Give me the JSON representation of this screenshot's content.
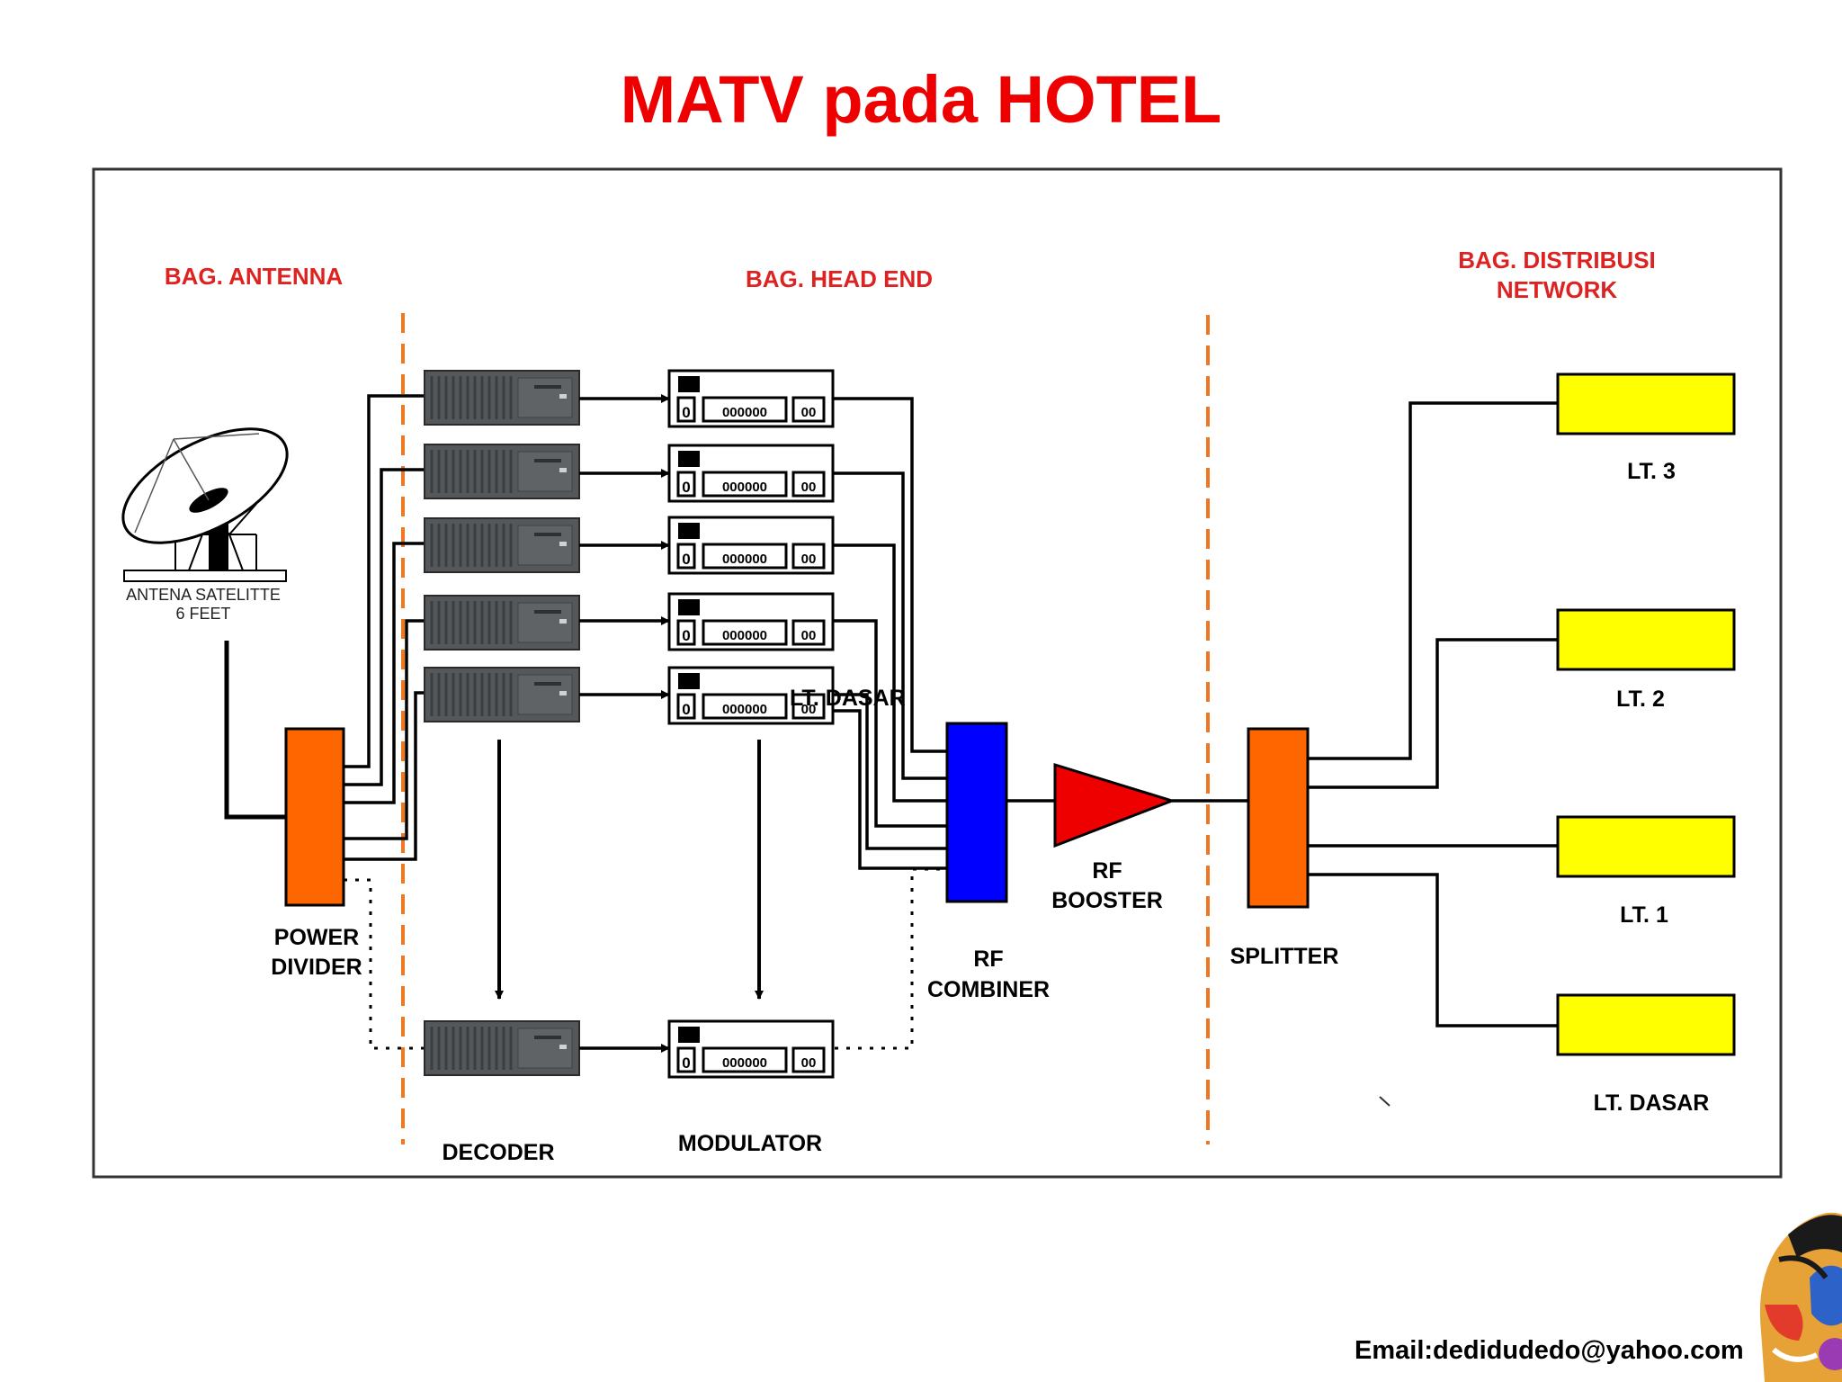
{
  "slide": {
    "title": "MATV pada HOTEL",
    "email": "Email:dedidudedo@yahoo.com"
  },
  "sections": {
    "antenna": "BAG. ANTENNA",
    "head_end": "BAG. HEAD END",
    "distribusi_line1": "BAG. DISTRIBUSI",
    "distribusi_line2": "NETWORK"
  },
  "labels": {
    "antenna_line1": "ANTENA SATELITTE",
    "antenna_line2": "6 FEET",
    "power_divider_line1": "POWER",
    "power_divider_line2": "DIVIDER",
    "decoder": "DECODER",
    "modulator": "MODULATOR",
    "rf_combiner_line1": "RF",
    "rf_combiner_line2": "COMBINER",
    "rf_booster_line1": "RF",
    "rf_booster_line2": "BOOSTER",
    "splitter": "SPLITTER",
    "overlap_text": "LT. DASAR",
    "modulator_digits": "000000",
    "modulator_pair": "00",
    "modulator_single": "0"
  },
  "floors": [
    "LT. 3",
    "LT. 2",
    "LT. 1",
    "LT. DASAR"
  ],
  "colors": {
    "title": "#ee0000",
    "section_label": "#dd2222",
    "section_divider": "#ee7722",
    "power_divider": "#ff6600",
    "splitter": "#ff6600",
    "rf_combiner": "#0000ff",
    "rf_booster": "#ee0000",
    "floor_box": "#ffff00",
    "decoder_unit": "#55585a"
  }
}
